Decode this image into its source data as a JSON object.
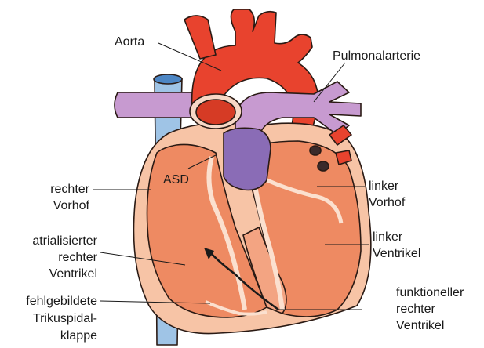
{
  "labels": {
    "aorta": "Aorta",
    "pulmonalarterie": "Pulmonalarterie",
    "asd": "ASD",
    "rechter_vorhof": [
      "rechter",
      "Vorhof"
    ],
    "atrialisierter_ventrikel": [
      "atrialisierter",
      "rechter",
      "Ventrikel"
    ],
    "trikuspidalklappe": [
      "fehlgebildete",
      "Trikuspidal-",
      "klappe"
    ],
    "linker_vorhof": [
      "linker",
      "Vorhof"
    ],
    "linker_ventrikel": [
      "linker",
      "Ventrikel"
    ],
    "funktioneller_ventrikel": [
      "funktioneller",
      "rechter",
      "Ventrikel"
    ]
  },
  "colors": {
    "aorta": "#e8432e",
    "pulmonary": "#c79ad0",
    "vena_cava": "#9fc4e6",
    "outer_tissue": "#f7c4a6",
    "chamber": "#ee8a62",
    "septum_wall": "#fbe0cf",
    "pulmonary_vein": "#8a6cb6"
  }
}
